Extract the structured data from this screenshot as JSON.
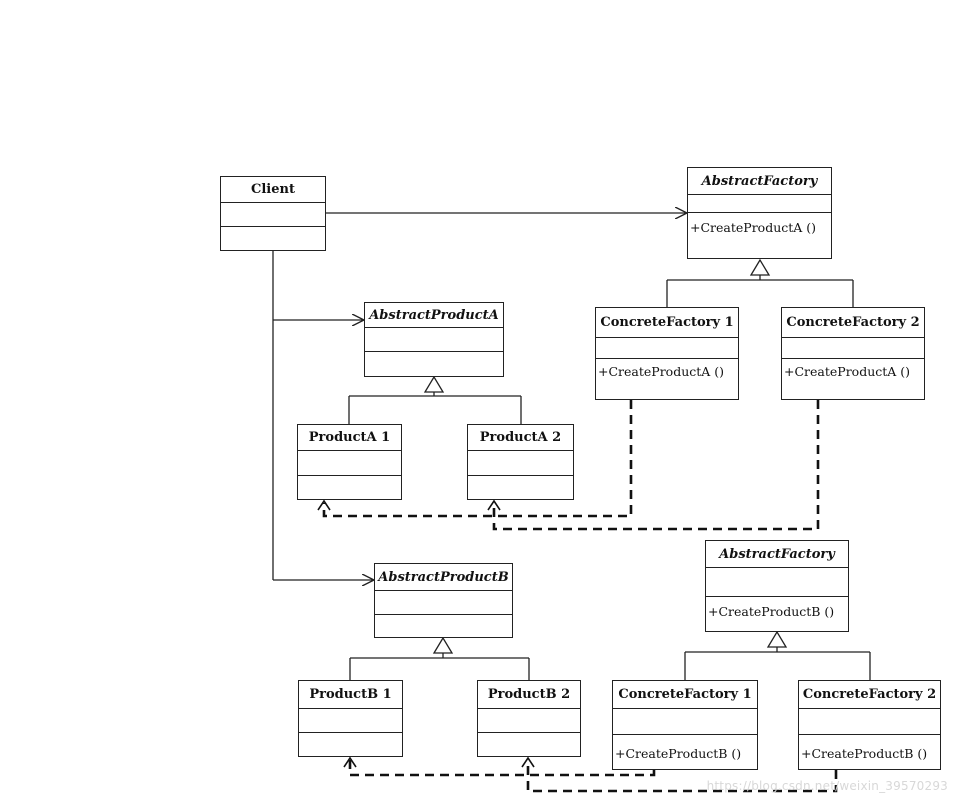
{
  "classes": {
    "client": {
      "name": "Client"
    },
    "abstract_factory_a": {
      "name": "AbstractFactory",
      "op": "+CreateProductA ()"
    },
    "concrete_factory_a1": {
      "name": "ConcreteFactory 1",
      "op": "+CreateProductA ()"
    },
    "concrete_factory_a2": {
      "name": "ConcreteFactory 2",
      "op": "+CreateProductA ()"
    },
    "abstract_product_a": {
      "name": "AbstractProductA"
    },
    "product_a1": {
      "name": "ProductA 1"
    },
    "product_a2": {
      "name": "ProductA 2"
    },
    "abstract_factory_b": {
      "name": "AbstractFactory",
      "op": "+CreateProductB ()"
    },
    "concrete_factory_b1": {
      "name": "ConcreteFactory 1",
      "op": "+CreateProductB ()"
    },
    "concrete_factory_b2": {
      "name": "ConcreteFactory 2",
      "op": "+CreateProductB ()"
    },
    "abstract_product_b": {
      "name": "AbstractProductB"
    },
    "product_b1": {
      "name": "ProductB 1"
    },
    "product_b2": {
      "name": "ProductB 2"
    }
  },
  "watermark": "https://blog.csdn.net/weixin_39570293"
}
